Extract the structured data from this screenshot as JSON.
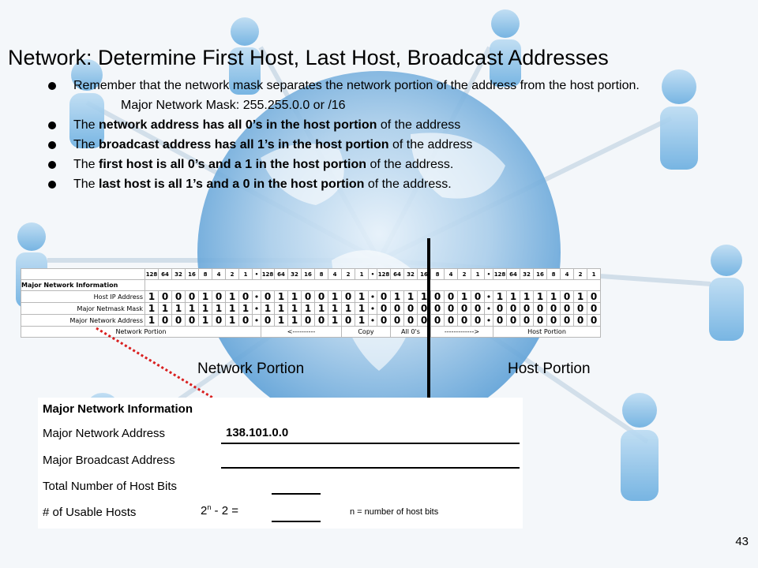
{
  "slide": {
    "title": "Network: Determine First Host, Last Host, Broadcast Addresses",
    "page_number": "43"
  },
  "bullets": {
    "b1": "Remember that the network mask separates the network portion of the address from the host portion.",
    "indent_line": "Major Network Mask: 255.255.0.0 or /16",
    "b2": {
      "pre": "The ",
      "bold": "network address has all 0’s in the host portion",
      "post": " of the address"
    },
    "b3": {
      "pre": "The ",
      "bold": "broadcast address has all 1’s in the host portion",
      "post": " of the address"
    },
    "b4": {
      "pre": "The ",
      "bold": "first host is all 0’s and a 1 in the host portion",
      "post": " of the address."
    },
    "b5": {
      "pre": "The ",
      "bold": "last host is all 1’s and a 0 in the host portion",
      "post": " of the address."
    }
  },
  "bit_table": {
    "place_values": [
      "128",
      "64",
      "32",
      "16",
      "8",
      "4",
      "2",
      "1"
    ],
    "dot": "•",
    "section_label": "Major Network Information",
    "rows": [
      {
        "label": "Host IP Address",
        "octets": [
          "10001010",
          "01100101",
          "01110010",
          "11111010"
        ]
      },
      {
        "label": "Major Netmask Mask",
        "octets": [
          "11111111",
          "11111111",
          "00000000",
          "00000000"
        ]
      },
      {
        "label": "Major Network Address",
        "octets": [
          "10001010",
          "01100101",
          "00000000",
          "00000000"
        ]
      }
    ],
    "footer": {
      "network_portion": "Network Portion",
      "copy_left": "<----------",
      "copy": "Copy",
      "all0s": "All 0's",
      "copy_right": "------------->",
      "host_portion": "Host Portion"
    }
  },
  "labels": {
    "network_portion": "Network Portion",
    "host_portion": "Host Portion"
  },
  "worksheet": {
    "heading": "Major Network Information",
    "network_address_label": "Major Network Address",
    "network_address_value": "138.101.0.0",
    "broadcast_label": "Major Broadcast Address",
    "host_bits_label": "Total Number of Host Bits",
    "usable_hosts_label": "# of Usable Hosts",
    "formula_base": "2",
    "formula_exp": "n",
    "formula_rest": " - 2 =",
    "note": "n = number of host bits"
  },
  "colors": {
    "arrow": "#d92020",
    "globe": "#5b9fd6",
    "person": "#6aaee0"
  }
}
